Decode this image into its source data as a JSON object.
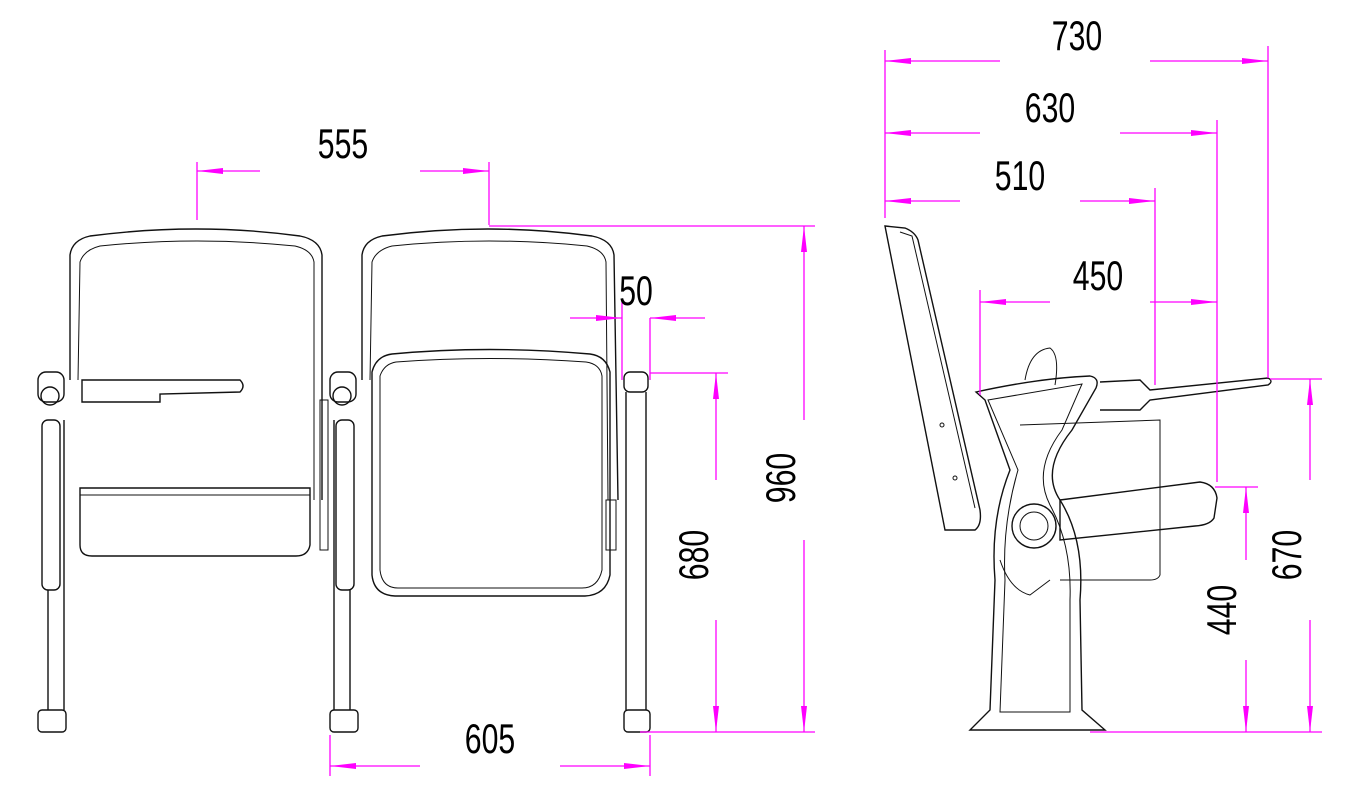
{
  "accent_color": "#ff00ff",
  "front_view": {
    "dimensions": {
      "seat_spacing": "555",
      "overall_height": "960",
      "armrest_height": "680",
      "armrest_width": "50",
      "pair_width": "605"
    }
  },
  "side_view": {
    "dimensions": {
      "depth_with_tablet": "730",
      "depth_seat_down": "630",
      "depth_armrest": "510",
      "seat_depth": "450",
      "tablet_height": "670",
      "seat_height": "440"
    }
  }
}
